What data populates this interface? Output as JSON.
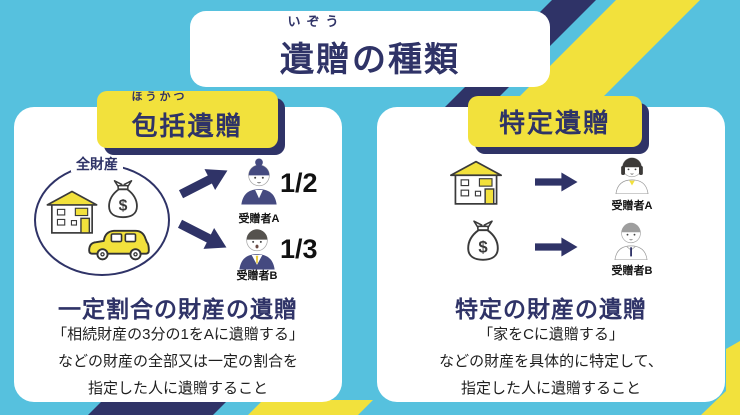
{
  "header": {
    "furigana": "いぞう",
    "title_base": "遺贈",
    "title_rest": "の種類"
  },
  "left": {
    "badge_furigana": "ほうかつ",
    "badge_base": "包括",
    "badge_rest": "遺贈",
    "estate_label": "全財産",
    "recipients": [
      {
        "label": "受贈者A",
        "fraction": "1/2"
      },
      {
        "label": "受贈者B",
        "fraction": "1/3"
      }
    ],
    "subtitle": "一定割合の財産の遺贈",
    "description": [
      "「相続財産の3分の1をAに遺贈する」",
      "などの財産の全部又は一定の割合を",
      "指定した人に遺贈すること"
    ]
  },
  "right": {
    "badge_label": "特定遺贈",
    "recipients": [
      {
        "label": "受贈者A"
      },
      {
        "label": "受贈者B"
      }
    ],
    "subtitle": "特定の財産の遺贈",
    "description": [
      "「家をCに遺贈する」",
      "などの財産を具体的に特定して、",
      "指定した人に遺贈すること"
    ]
  },
  "icons": {
    "money_symbol": "$"
  },
  "colors": {
    "background": "#56c1de",
    "navy": "#2f3367",
    "yellow": "#f2e13c",
    "body_text": "#1f1f1f"
  }
}
